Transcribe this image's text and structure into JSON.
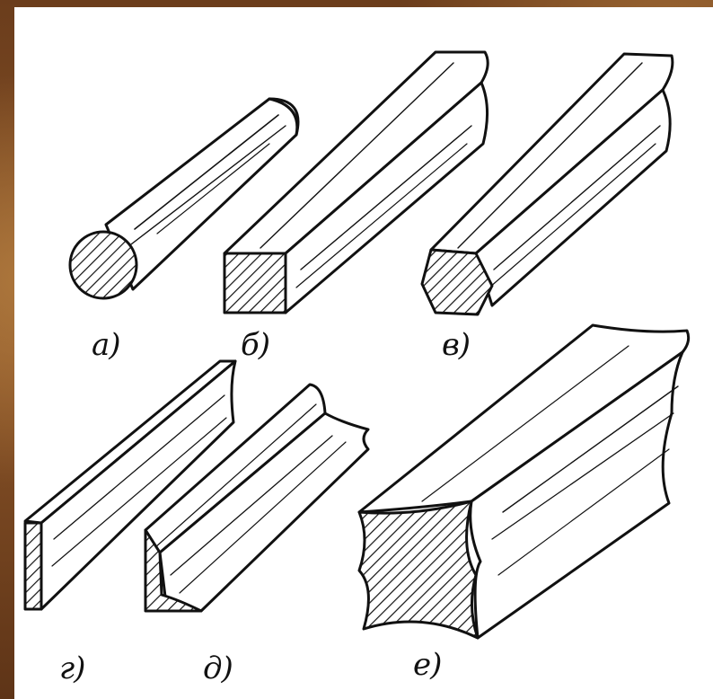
{
  "figure": {
    "labels": {
      "a": "а)",
      "b": "б)",
      "v": "в)",
      "g": "г)",
      "d": "д)",
      "e": "е)"
    },
    "colors": {
      "ink": "#111111",
      "paper": "#ffffff",
      "frame": "#7a4a22"
    }
  }
}
